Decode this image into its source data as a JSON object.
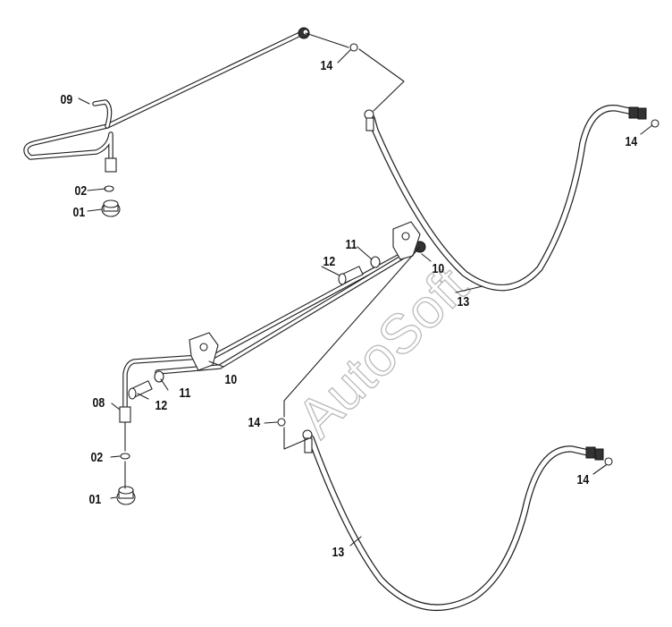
{
  "watermark": "AutoSoft",
  "labels": {
    "l01a": "01",
    "l02a": "02",
    "l09": "09",
    "l14a": "14",
    "l14b": "14",
    "l14c": "14",
    "l14d": "14",
    "l13a": "13",
    "l13b": "13",
    "l11a": "11",
    "l11b": "11",
    "l12a": "12",
    "l12b": "12",
    "l10a": "10",
    "l10b": "10",
    "l08": "08",
    "l02b": "02",
    "l01b": "01"
  }
}
